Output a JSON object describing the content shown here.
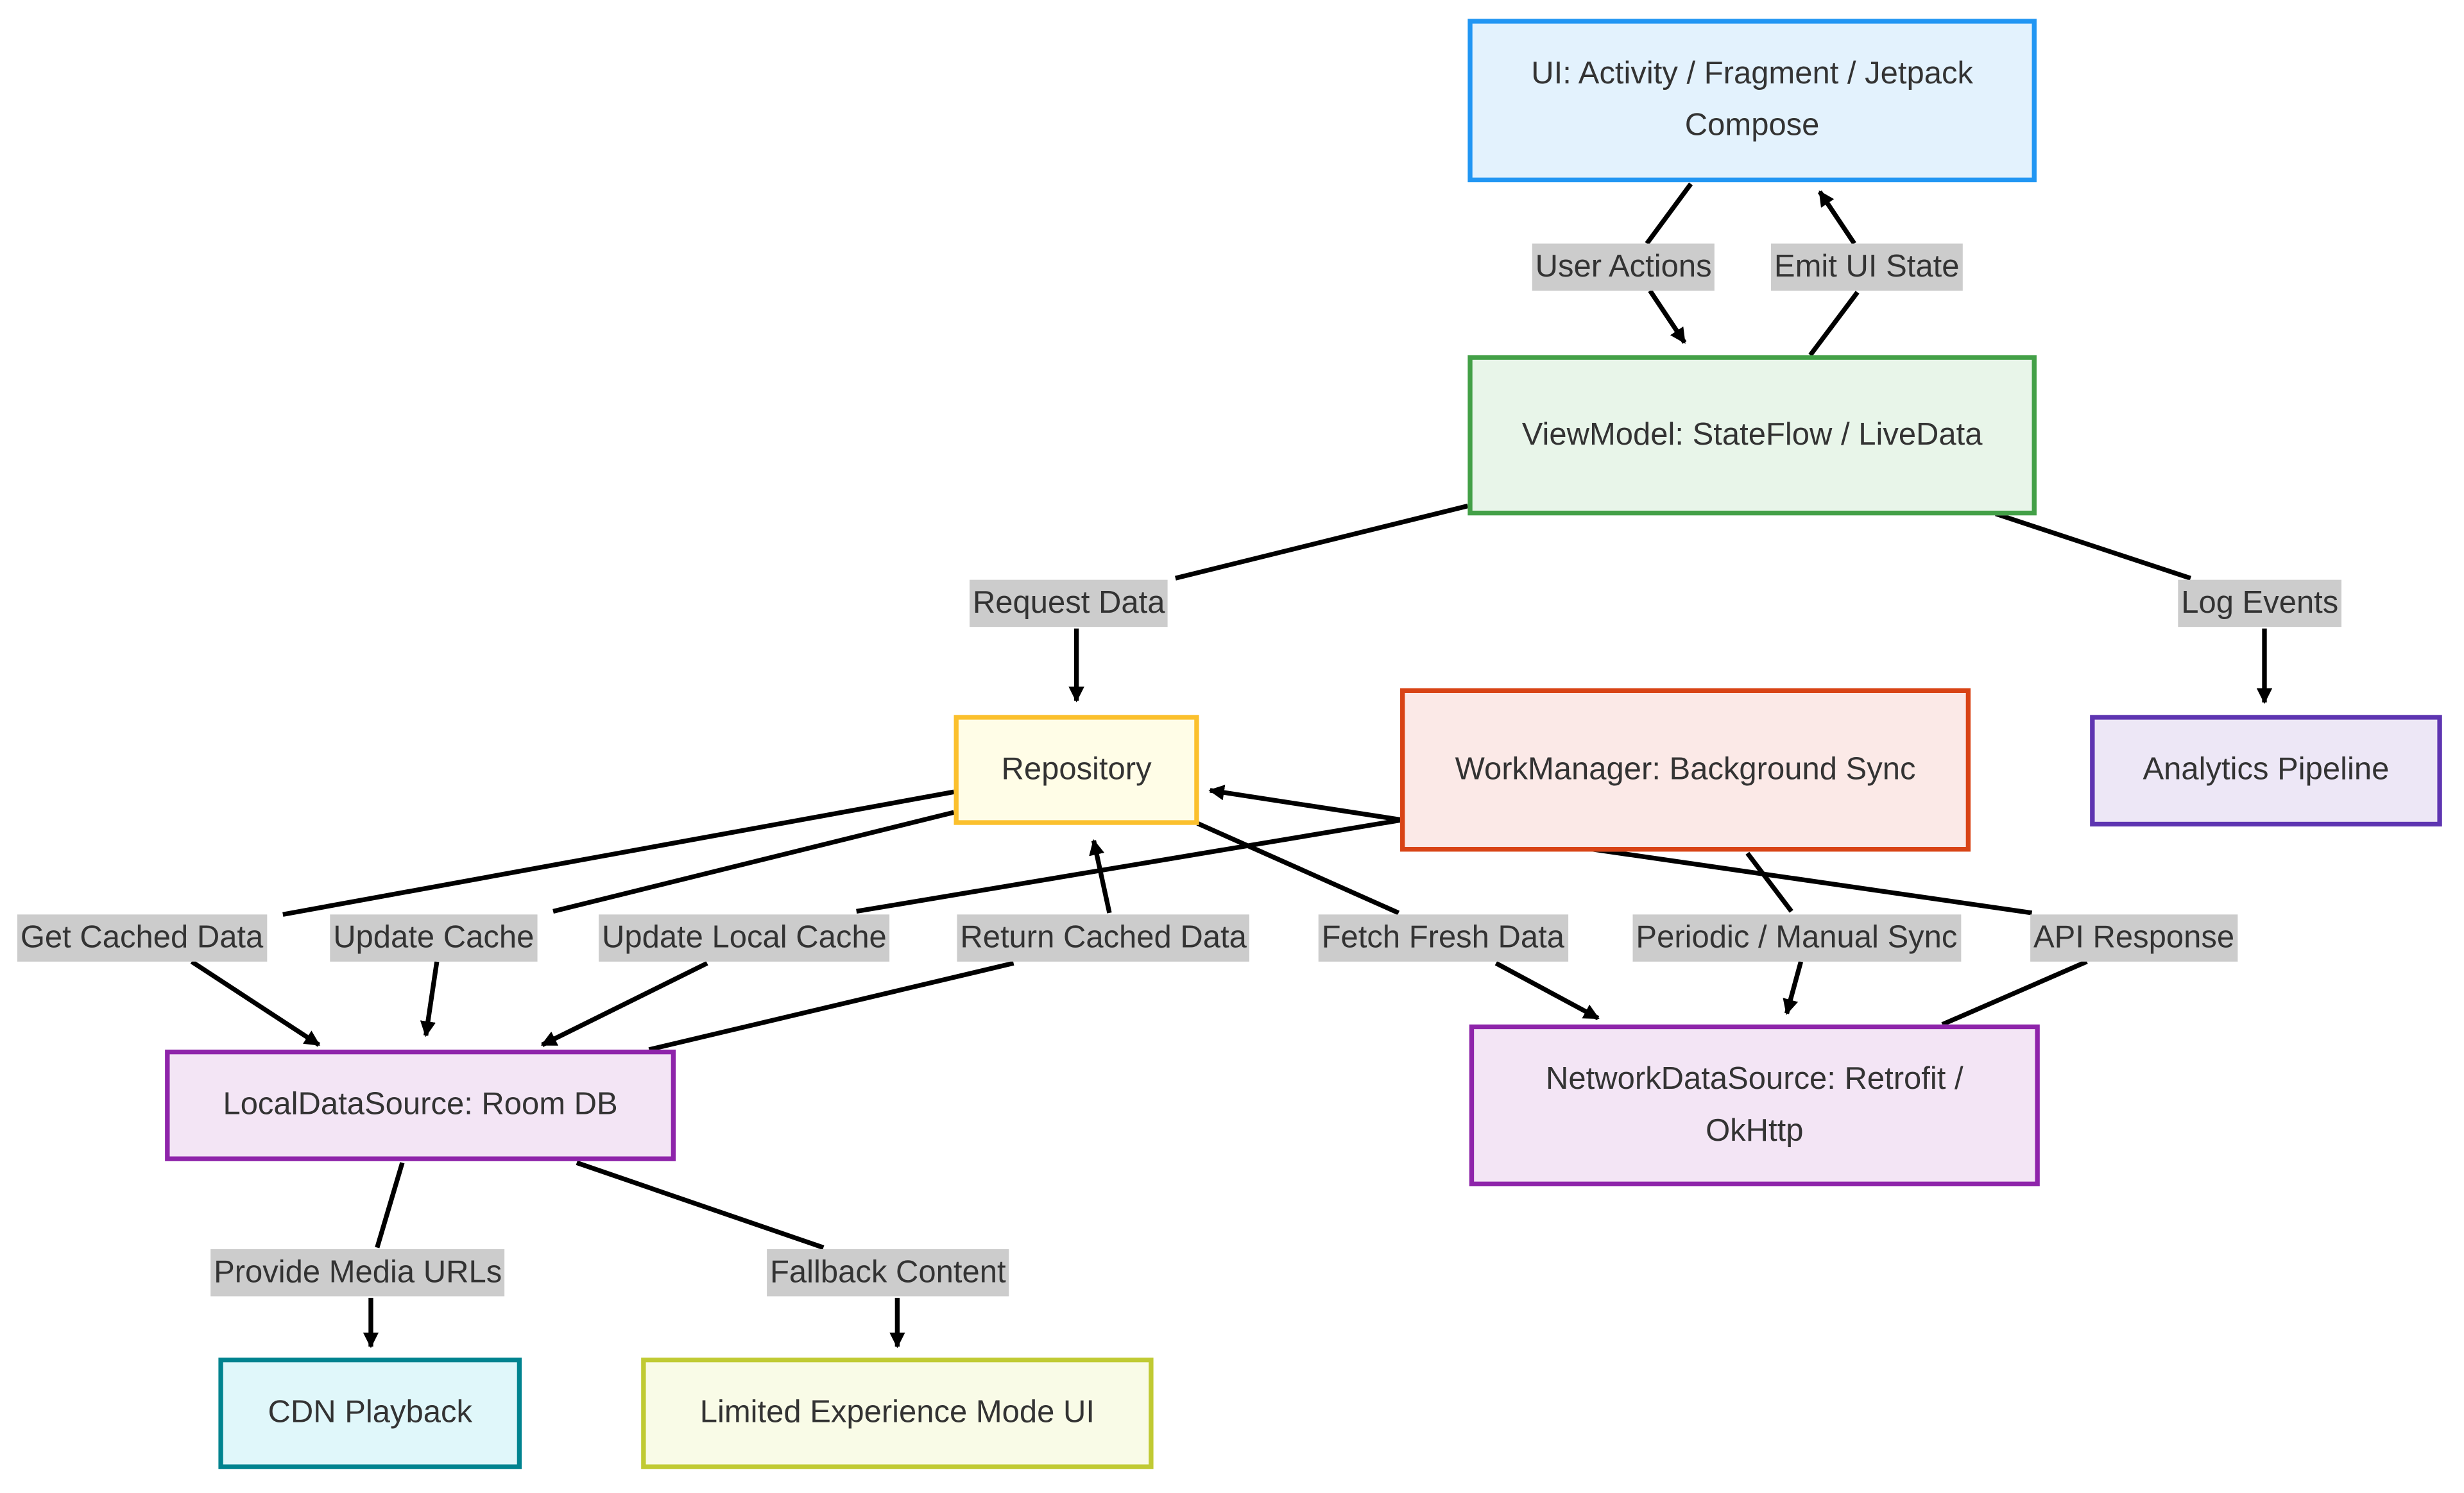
{
  "nodes": {
    "ui": {
      "label": "UI: Activity / Fragment / Jetpack Compose",
      "fill": "#e3f2fd",
      "stroke": "#2196f3"
    },
    "viewmodel": {
      "label": "ViewModel: StateFlow / LiveData",
      "fill": "#e8f5e9",
      "stroke": "#43a047"
    },
    "repository": {
      "label": "Repository",
      "fill": "#fffde7",
      "stroke": "#fbc02d"
    },
    "workmanager": {
      "label": "WorkManager: Background Sync",
      "fill": "#fbe9e7",
      "stroke": "#d84315"
    },
    "analytics": {
      "label": "Analytics Pipeline",
      "fill": "#ede7f6",
      "stroke": "#5e35b1"
    },
    "local": {
      "label": "LocalDataSource: Room DB",
      "fill": "#f3e5f5",
      "stroke": "#8e24aa"
    },
    "network": {
      "label": "NetworkDataSource: Retrofit / OkHttp",
      "fill": "#f3e5f5",
      "stroke": "#8e24aa"
    },
    "cdn": {
      "label": "CDN Playback",
      "fill": "#e0f7fa",
      "stroke": "#00838f"
    },
    "limited": {
      "label": "Limited Experience Mode UI",
      "fill": "#f9fbe7",
      "stroke": "#c0ca33"
    }
  },
  "edges": {
    "user_actions": "User Actions",
    "emit_ui_state": "Emit UI State",
    "request_data": "Request Data",
    "log_events": "Log Events",
    "get_cached_data": "Get Cached Data",
    "update_cache": "Update Cache",
    "update_local_cache": "Update Local Cache",
    "return_cached_data": "Return Cached Data",
    "fetch_fresh_data": "Fetch Fresh Data",
    "periodic_manual_sync": "Periodic / Manual Sync",
    "api_response": "API Response",
    "provide_media_urls": "Provide Media URLs",
    "fallback_content": "Fallback Content"
  }
}
